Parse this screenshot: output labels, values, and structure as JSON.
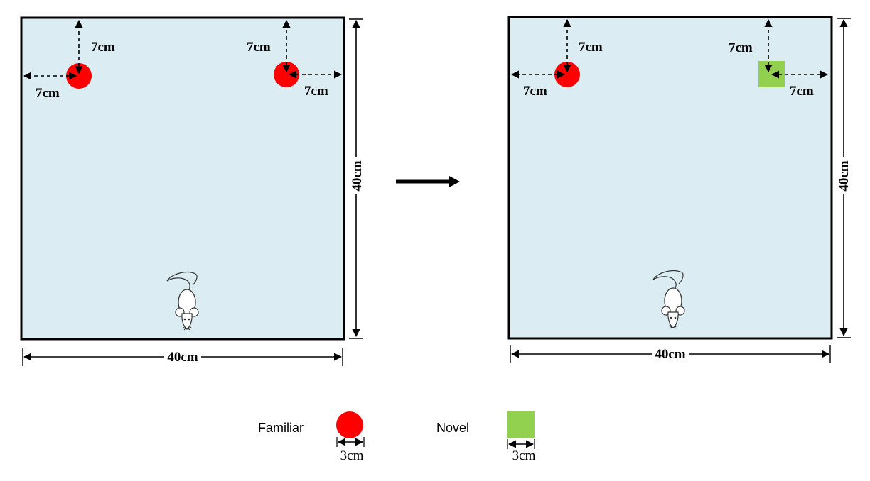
{
  "arenas": [
    {
      "id": "training",
      "width_label": "40cm",
      "height_label": "40cm",
      "objects": [
        {
          "type": "familiar",
          "shape": "circle",
          "dist_top_label": "7cm",
          "dist_side_label": "7cm",
          "side": "left"
        },
        {
          "type": "familiar",
          "shape": "circle",
          "dist_top_label": "7cm",
          "dist_side_label": "7cm",
          "side": "right"
        }
      ]
    },
    {
      "id": "test",
      "width_label": "40cm",
      "height_label": "40cm",
      "objects": [
        {
          "type": "familiar",
          "shape": "circle",
          "dist_top_label": "7cm",
          "dist_side_label": "7cm",
          "side": "left"
        },
        {
          "type": "novel",
          "shape": "square",
          "dist_top_label": "7cm",
          "dist_side_label": "7cm",
          "side": "right"
        }
      ]
    }
  ],
  "legend": {
    "familiar": {
      "label": "Familiar",
      "size_label": "3cm"
    },
    "novel": {
      "label": "Novel",
      "size_label": "3cm"
    }
  },
  "colors": {
    "arena_fill": "#dbedf3",
    "familiar": "#ff0000",
    "novel": "#92d050",
    "line": "#000000"
  },
  "icons": {
    "mouse": "mouse-icon",
    "transition_arrow": "right-arrow-icon"
  }
}
